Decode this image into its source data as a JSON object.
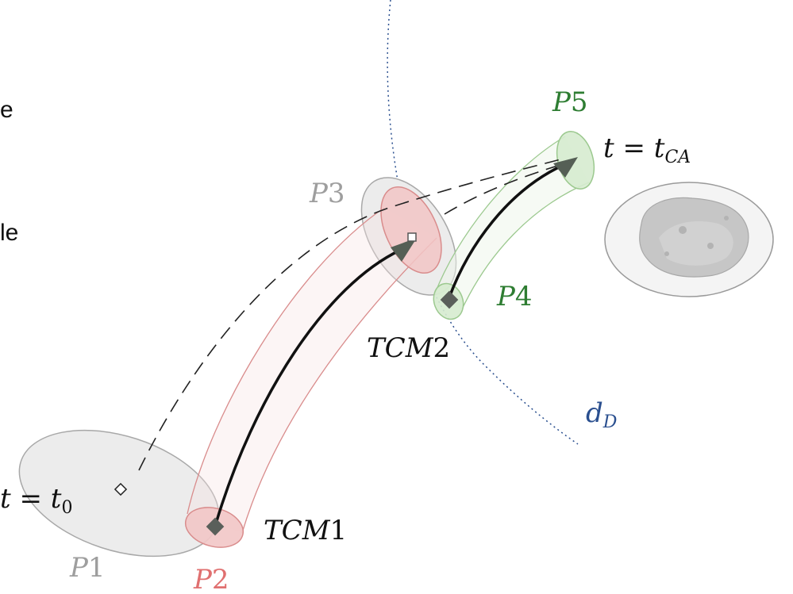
{
  "edge_texts": [
    "e",
    "le"
  ],
  "labels": {
    "p1": {
      "main": "P",
      "num": "1",
      "color": "#9e9e9e"
    },
    "p2": {
      "main": "P",
      "num": "2",
      "color": "#e07070"
    },
    "p3": {
      "main": "P",
      "num": "3",
      "color": "#9e9e9e"
    },
    "p4": {
      "main": "P",
      "num": "4",
      "color": "#2e7d32"
    },
    "p5": {
      "main": "P",
      "num": "5",
      "color": "#2e7d32"
    },
    "tcm1": {
      "main": "TCM",
      "num": "1",
      "color": "#111111"
    },
    "tcm2": {
      "main": "TCM",
      "num": "2",
      "color": "#111111"
    },
    "t0": {
      "lhs": "t",
      "eq": " = ",
      "var": "t",
      "sub": "0",
      "color": "#111111"
    },
    "tca": {
      "lhs": "t",
      "eq": " = ",
      "var": "t",
      "sub": "CA",
      "color": "#111111"
    },
    "dd": {
      "var": "d",
      "sub": "D",
      "color": "#2a4f8f"
    }
  },
  "colors": {
    "gray_fill": "#ececec",
    "gray_stroke": "#a8a8a8",
    "red_fill": "#f2c6c6",
    "red_stroke": "#d98c8c",
    "green_fill": "#d6ebcf",
    "green_stroke": "#9cc98f",
    "arrow": "#111111",
    "arrow_head": "#555f55",
    "dotted": "#2a4f8f"
  }
}
